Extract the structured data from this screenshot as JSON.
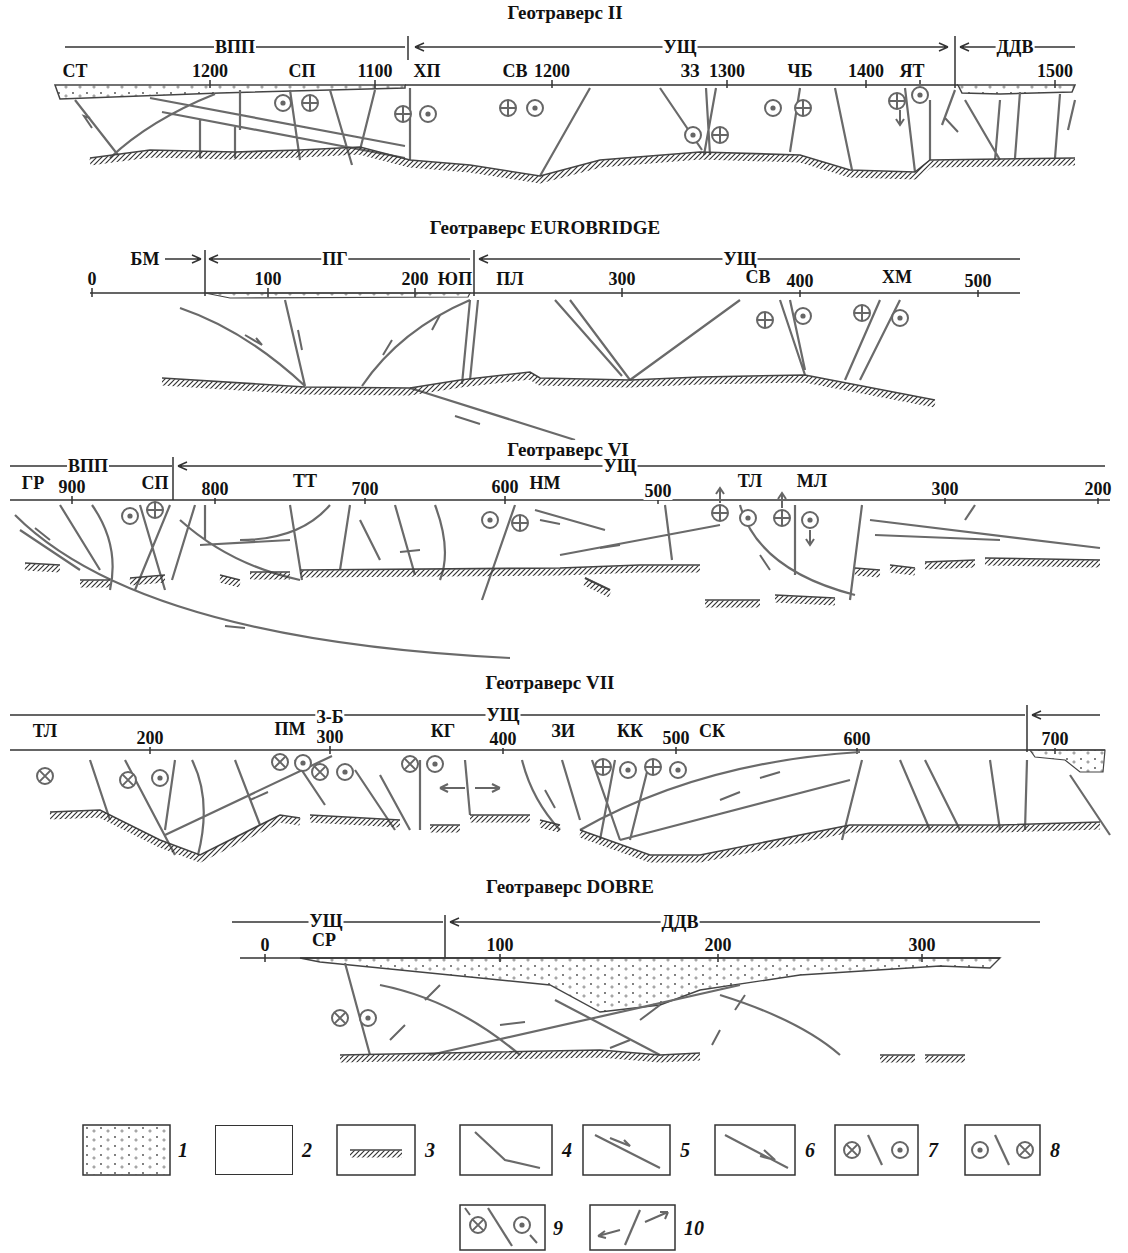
{
  "diagram": {
    "labels": [
      "Геотраверс II",
      "ВПП",
      "УЩ",
      "ДДВ",
      "СТ",
      "1200",
      "СП",
      "1100",
      "ХП",
      "СВ",
      "1200",
      "ЗЗ",
      "1300",
      "ЧБ",
      "1400",
      "ЯТ",
      "1500",
      "Геотраверс EUROBRIDGE",
      "БМ",
      "ПГ",
      "УЩ",
      "0",
      "100",
      "200",
      "ЮП",
      "ПЛ",
      "300",
      "СВ",
      "400",
      "ХМ",
      "500",
      "Геотраверс VI",
      "ГР",
      "ВПП",
      "900",
      "СП",
      "УЩ",
      "800",
      "ТТ",
      "700",
      "600",
      "НМ",
      "500",
      "ТЛ",
      "МЛ",
      "300",
      "200",
      "Геотраверс VII",
      "ТЛ",
      "200",
      "ПМ",
      "З-Б",
      "300",
      "КГ",
      "УЩ",
      "400",
      "ЗИ",
      "КК",
      "500",
      "СК",
      "600",
      "700",
      "Геотраверс DOBRE",
      "УЩ",
      "СР",
      "ДДВ",
      "0",
      "100",
      "200",
      "300"
    ],
    "legend": [
      {
        "text": "1"
      },
      {
        "text": "2",
        "color": "#ffffff"
      },
      {
        "text": "3"
      },
      {
        "text": "4"
      },
      {
        "text": "5"
      },
      {
        "text": "6"
      },
      {
        "text": "7"
      },
      {
        "text": "8"
      },
      {
        "text": "9"
      },
      {
        "text": "10"
      }
    ]
  }
}
